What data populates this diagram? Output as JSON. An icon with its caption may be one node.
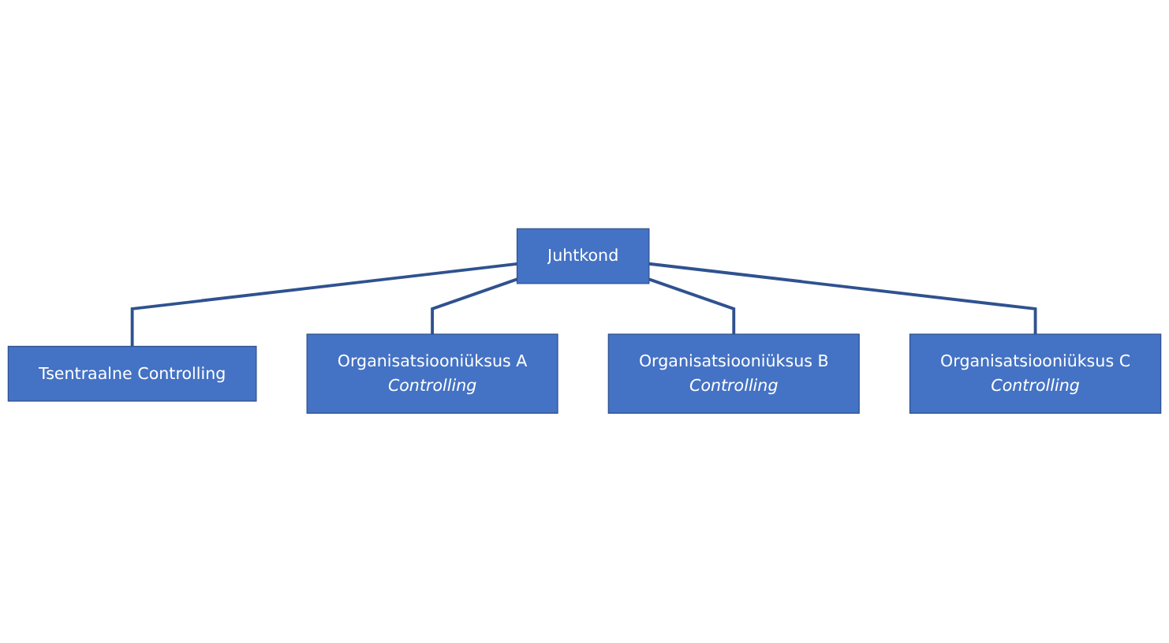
{
  "diagram": {
    "nodes": [
      {
        "text": [
          "Juhtkond"
        ]
      },
      {
        "text": [
          "Tsentraalne Controlling"
        ]
      },
      {
        "text": [
          "Organisatsiooniüksus A",
          "Controlling"
        ]
      },
      {
        "text": [
          "Organisatsiooniüksus B",
          "Controlling"
        ]
      },
      {
        "text": [
          "Organisatsiooniüksus C",
          "Controlling"
        ]
      }
    ],
    "edges": [
      {
        "from": 0,
        "to": 1,
        "arrow": "none"
      },
      {
        "from": 0,
        "to": 2,
        "arrow": "none"
      },
      {
        "from": 0,
        "to": 3,
        "arrow": "none"
      },
      {
        "from": 0,
        "to": 4,
        "arrow": "none"
      }
    ]
  }
}
